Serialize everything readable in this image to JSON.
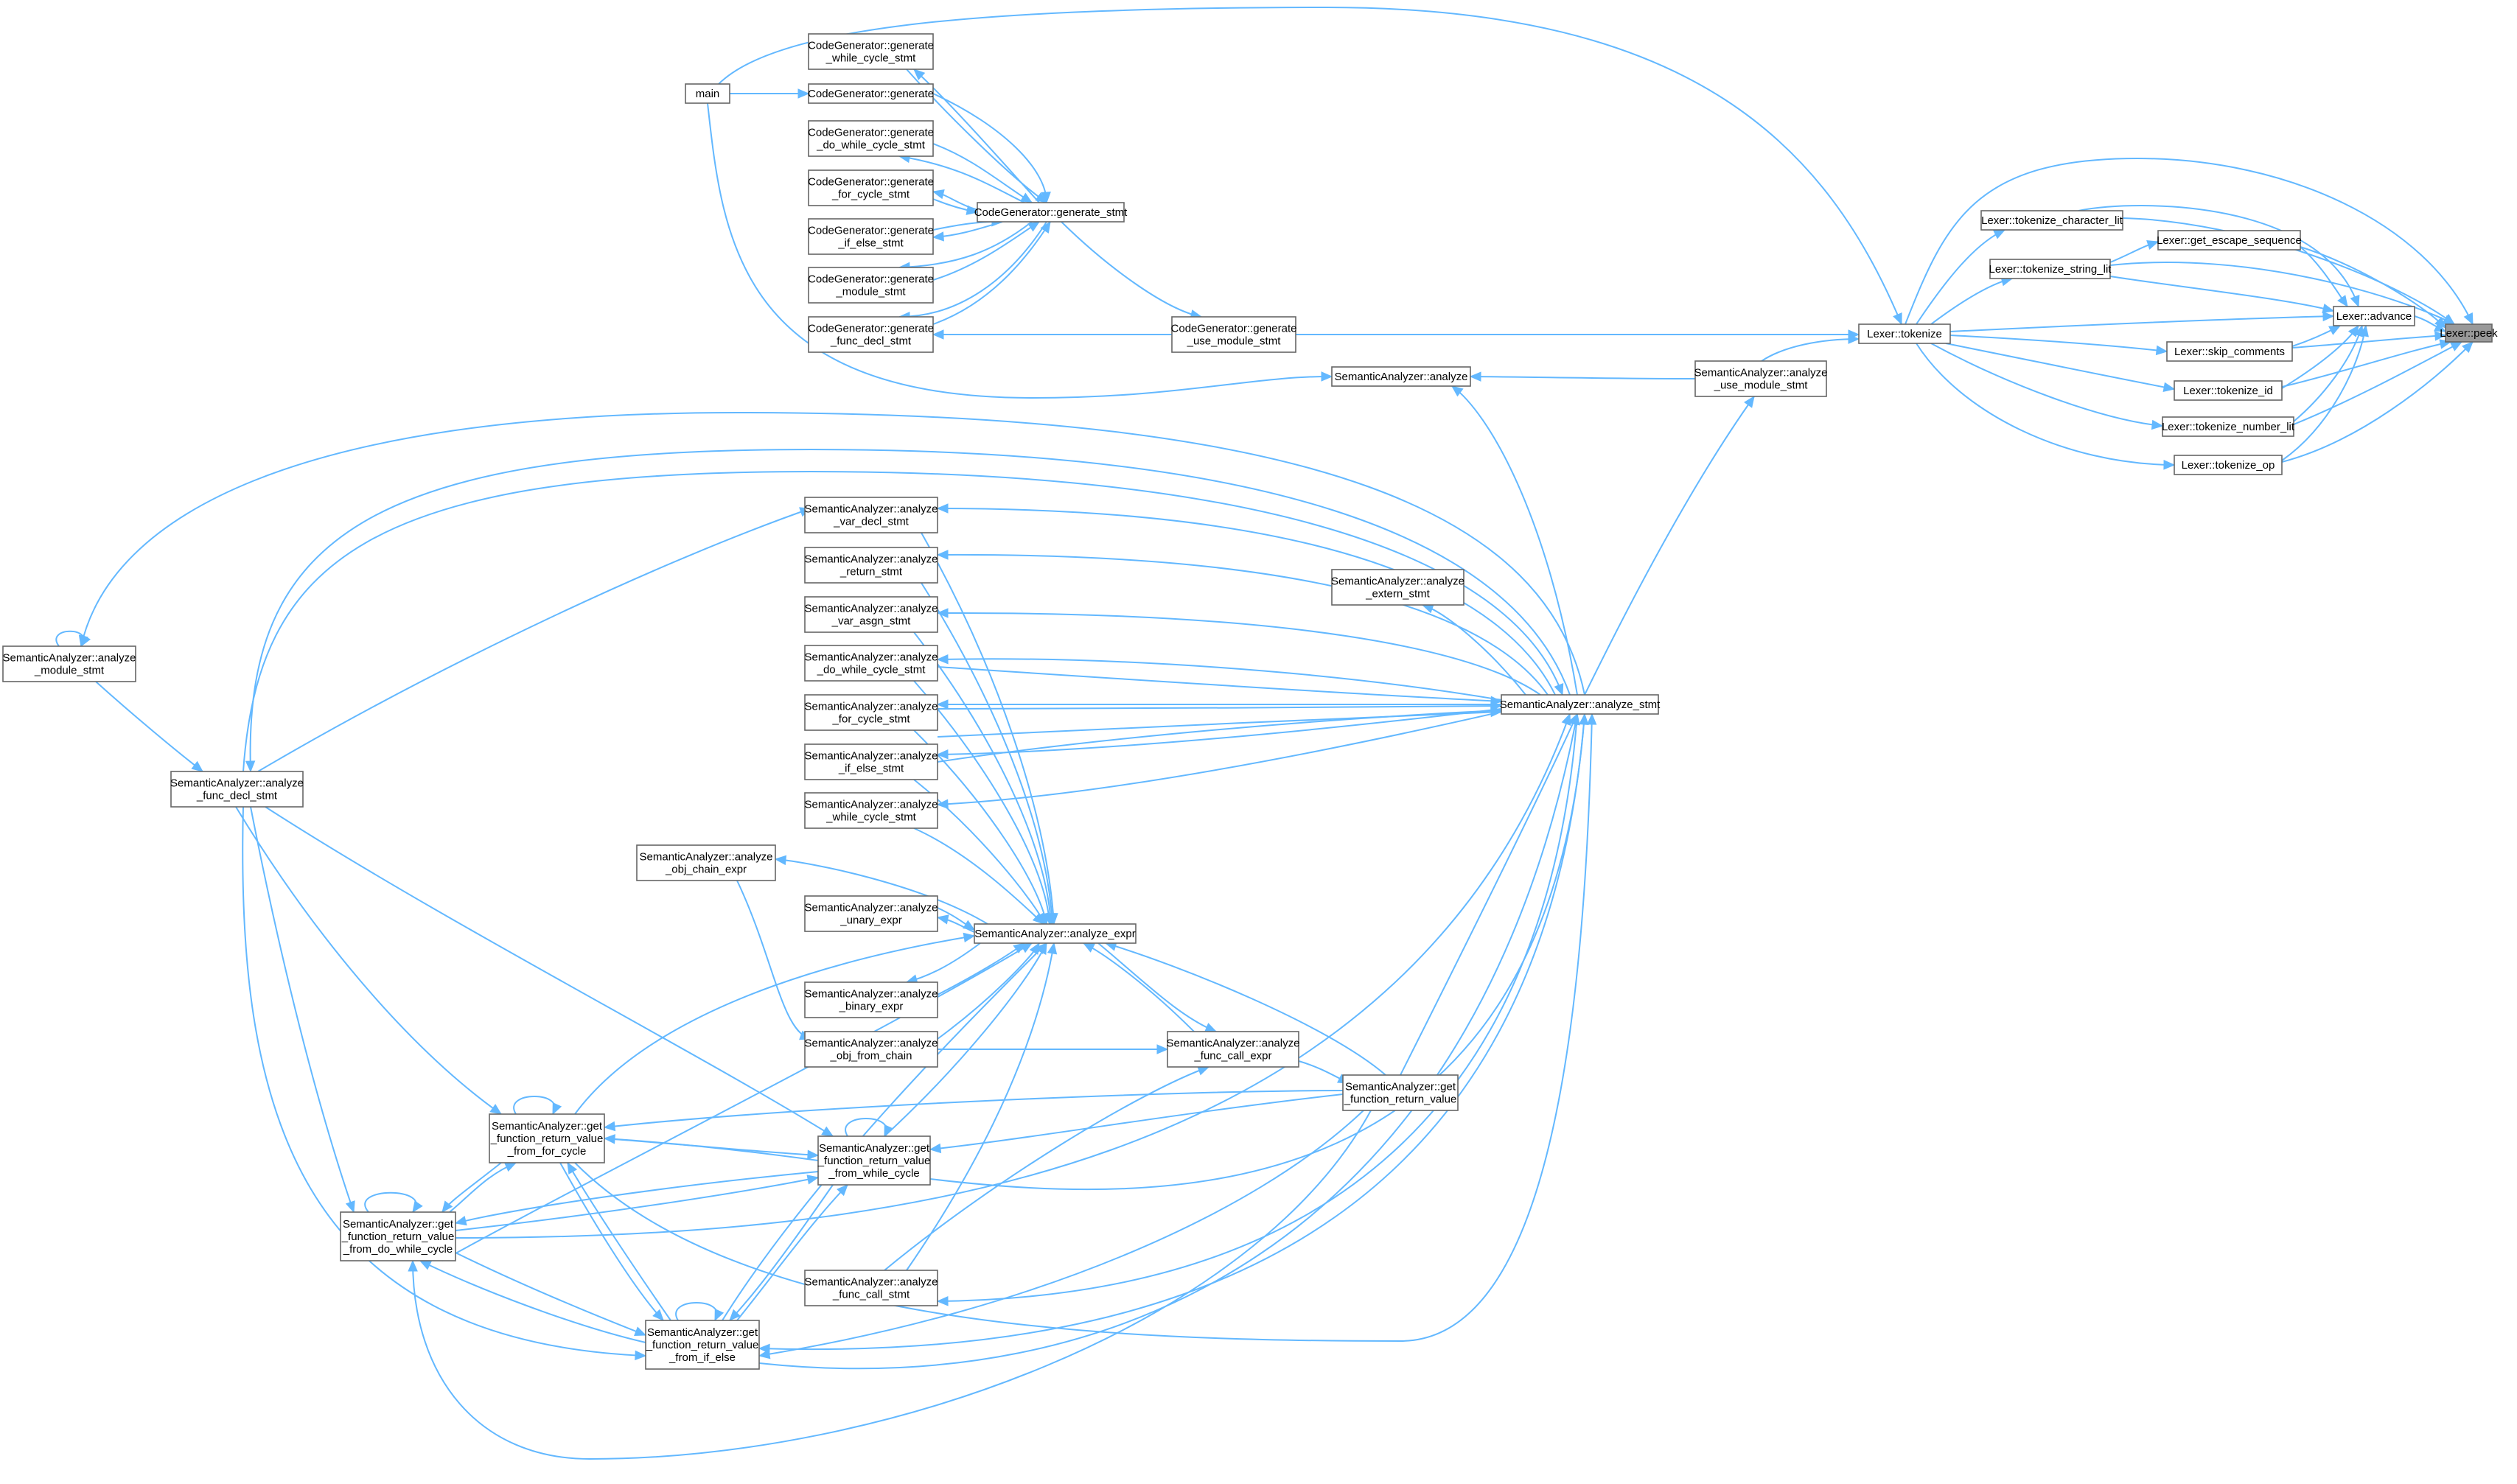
{
  "colors": {
    "edge": "#63b8ff",
    "node_border": "#666666",
    "node_fill": "#ffffff",
    "highlight_fill": "#999999",
    "background": "#ffffff"
  },
  "nodes": {
    "peek": [
      "Lexer::peek"
    ],
    "advance": [
      "Lexer::advance"
    ],
    "tokenize": [
      "Lexer::tokenize"
    ],
    "tok_char": [
      "Lexer::tokenize_character_lit"
    ],
    "esc": [
      "Lexer::get_escape_sequence"
    ],
    "tok_str": [
      "Lexer::tokenize_string_lit"
    ],
    "skip_comments": [
      "Lexer::skip_comments"
    ],
    "tok_id": [
      "Lexer::tokenize_id"
    ],
    "tok_num": [
      "Lexer::tokenize_number_lit"
    ],
    "tok_op": [
      "Lexer::tokenize_op"
    ],
    "main": [
      "main"
    ],
    "gen": [
      "CodeGenerator::generate"
    ],
    "gen_while": [
      "CodeGenerator::generate",
      "_while_cycle_stmt"
    ],
    "gen_dowhile": [
      "CodeGenerator::generate",
      "_do_while_cycle_stmt"
    ],
    "gen_for": [
      "CodeGenerator::generate",
      "_for_cycle_stmt"
    ],
    "gen_ifelse": [
      "CodeGenerator::generate",
      "_if_else_stmt"
    ],
    "gen_module": [
      "CodeGenerator::generate",
      "_module_stmt"
    ],
    "gen_funcdecl": [
      "CodeGenerator::generate",
      "_func_decl_stmt"
    ],
    "gen_stmt": [
      "CodeGenerator::generate_stmt"
    ],
    "gen_use": [
      "CodeGenerator::generate",
      "_use_module_stmt"
    ],
    "sa_analyze": [
      "SemanticAnalyzer::analyze"
    ],
    "sa_use": [
      "SemanticAnalyzer::analyze",
      "_use_module_stmt"
    ],
    "sa_stmt": [
      "SemanticAnalyzer::analyze_stmt"
    ],
    "sa_extern": [
      "SemanticAnalyzer::analyze",
      "_extern_stmt"
    ],
    "sa_vardecl": [
      "SemanticAnalyzer::analyze",
      "_var_decl_stmt"
    ],
    "sa_return": [
      "SemanticAnalyzer::analyze",
      "_return_stmt"
    ],
    "sa_varasgn": [
      "SemanticAnalyzer::analyze",
      "_var_asgn_stmt"
    ],
    "sa_dowhile": [
      "SemanticAnalyzer::analyze",
      "_do_while_cycle_stmt"
    ],
    "sa_for": [
      "SemanticAnalyzer::analyze",
      "_for_cycle_stmt"
    ],
    "sa_ifelse": [
      "SemanticAnalyzer::analyze",
      "_if_else_stmt"
    ],
    "sa_while": [
      "SemanticAnalyzer::analyze",
      "_while_cycle_stmt"
    ],
    "sa_module": [
      "SemanticAnalyzer::analyze",
      "_module_stmt"
    ],
    "sa_funcdecl": [
      "SemanticAnalyzer::analyze",
      "_func_decl_stmt"
    ],
    "sa_objchain": [
      "SemanticAnalyzer::analyze",
      "_obj_chain_expr"
    ],
    "sa_unary": [
      "SemanticAnalyzer::analyze",
      "_unary_expr"
    ],
    "sa_expr": [
      "SemanticAnalyzer::analyze_expr"
    ],
    "sa_binary": [
      "SemanticAnalyzer::analyze",
      "_binary_expr"
    ],
    "sa_objfrom": [
      "SemanticAnalyzer::analyze",
      "_obj_from_chain"
    ],
    "sa_funccall_expr": [
      "SemanticAnalyzer::analyze",
      "_func_call_expr"
    ],
    "sa_getret": [
      "SemanticAnalyzer::get",
      "_function_return_value"
    ],
    "sa_getret_for": [
      "SemanticAnalyzer::get",
      "_function_return_value",
      "_from_for_cycle"
    ],
    "sa_getret_while": [
      "SemanticAnalyzer::get",
      "_function_return_value",
      "_from_while_cycle"
    ],
    "sa_getret_dowhile": [
      "SemanticAnalyzer::get",
      "_function_return_value",
      "_from_do_while_cycle"
    ],
    "sa_funccall_stmt": [
      "SemanticAnalyzer::analyze",
      "_func_call_stmt"
    ],
    "sa_getret_ifelse": [
      "SemanticAnalyzer::get",
      "_function_return_value",
      "_from_if_else"
    ]
  }
}
